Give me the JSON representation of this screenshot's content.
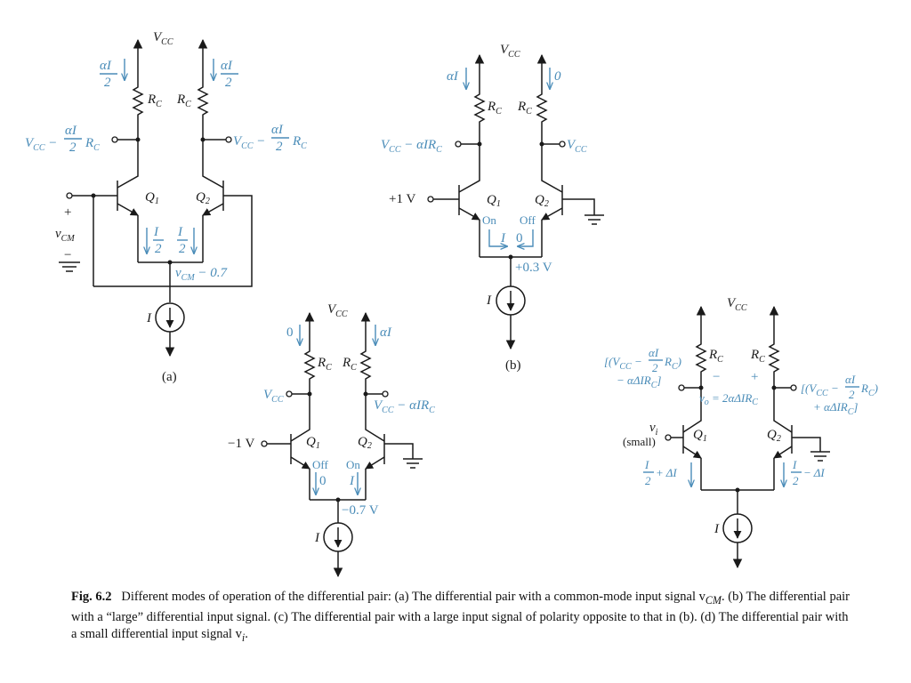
{
  "labels": {
    "vcc": "V",
    "vcc_sub": "CC",
    "rc": "R",
    "rc_sub": "C",
    "q1": "Q",
    "q1_sub": "1",
    "q2": "Q",
    "q2_sub": "2",
    "current_source": "I",
    "alpha_i": "αI",
    "half_den": "2",
    "i_letter": "I",
    "zero": "0"
  },
  "panel_a": {
    "tag": "(a)",
    "left_node": "V",
    "left_node_sub": "CC",
    "left_node_mid": " −",
    "left_node_tail": "R",
    "left_node_tail_sub": "C",
    "right_node": "V",
    "right_node_sub": "CC",
    "right_node_mid": " −",
    "right_node_tail": "R",
    "right_node_tail_sub": "C",
    "input_plus": "+",
    "input_minus": "−",
    "input_label": "v",
    "input_label_sub": "CM",
    "emitter_node": "v",
    "emitter_node_sub": "CM",
    "emitter_node_tail": " − 0.7"
  },
  "panel_b": {
    "tag": "(b)",
    "left_node": "V",
    "left_node_sub": "CC",
    "left_node_tail": " − αIR",
    "left_node_tail_sub": "C",
    "right_node": "V",
    "right_node_sub": "CC",
    "input": "+1 V",
    "q1_state": "On",
    "q2_state": "Off",
    "emitter_node": "+0.3 V"
  },
  "panel_c": {
    "left_node": "V",
    "left_node_sub": "CC",
    "right_node": "V",
    "right_node_sub": "CC",
    "right_node_tail": " − αIR",
    "right_node_tail_sub": "C",
    "input": "−1 V",
    "q1_state": "Off",
    "q2_state": "On",
    "emitter_node": "−0.7 V"
  },
  "panel_d": {
    "left_node_l1a": "[(V",
    "left_node_l1b": "CC",
    "left_node_l1c": " −",
    "left_node_l1d": "R",
    "left_node_l1e": "C",
    "left_node_l1f": ")",
    "left_node_l2a": "− αΔIR",
    "left_node_l2b": "C",
    "left_node_l2c": "]",
    "right_node_l1a": "[(V",
    "right_node_l1b": "CC",
    "right_node_l1c": " −",
    "right_node_l1d": "R",
    "right_node_l1e": "C",
    "right_node_l1f": ")",
    "right_node_l2a": "+ αΔIR",
    "right_node_l2b": "C",
    "right_node_l2c": "]",
    "vo_minus": "−",
    "vo_plus": "+",
    "vo_label": "v",
    "vo_label_sub": "o",
    "vo_value": " = 2αΔIR",
    "vo_value_sub": "C",
    "input_label": "v",
    "input_label_sub": "i",
    "input_note": "(small)",
    "left_current_tail": " + ΔI",
    "right_current_tail": " − ΔI"
  },
  "caption": {
    "fig": "Fig. 6.2",
    "body": "Different modes of operation of the differential pair: (a) The differential pair with a common-mode input signal v",
    "body_sub": "CM",
    "body_tail": ". (b) The differential pair with a “large” differential input signal. (c) The differential pair with a large input signal of polarity opposite to that in (b). (d) The differential pair with a small differential input signal v",
    "body_tail_sub": "i",
    "end": "."
  }
}
